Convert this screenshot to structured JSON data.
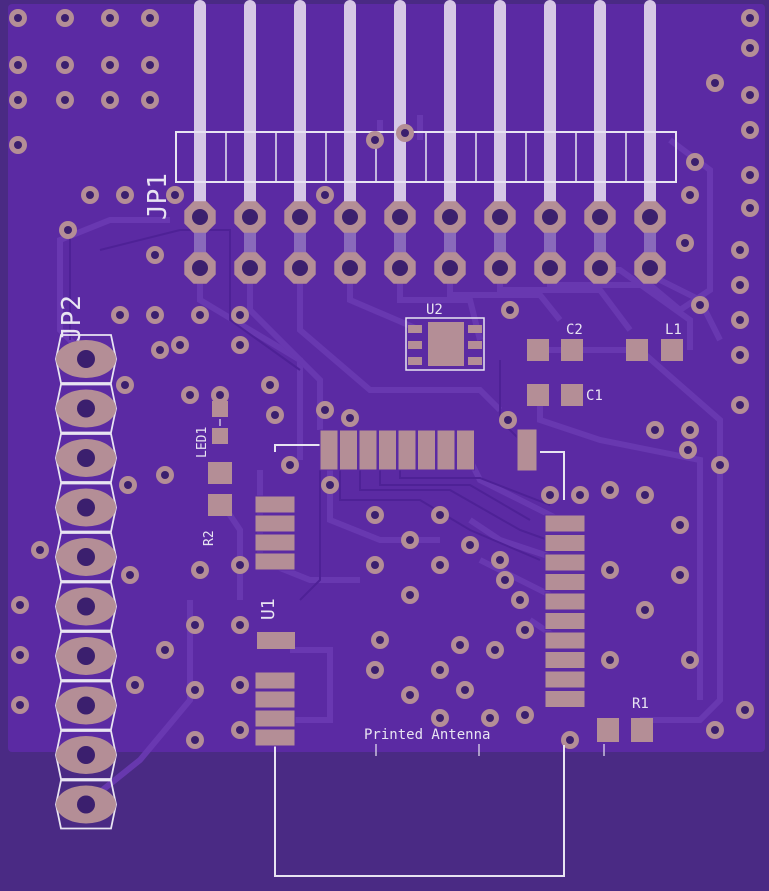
{
  "colors": {
    "board_bottom": "#4a2a84",
    "board_top": "#5b2aa3",
    "copper": "#6a3ab2",
    "trace": "#5221a0",
    "pad": "#b48e96",
    "pad_dark": "#7e5a6e",
    "silk": "#e8e4f2",
    "silk_dim": "#cfc8e3",
    "drill": "#3b1f6e"
  },
  "labels": {
    "jp1": "JP1",
    "jp2": "JP2",
    "u1": "U1",
    "u2": "U2",
    "c1": "C1",
    "c2": "C2",
    "l1": "L1",
    "r1": "R1",
    "r2": "R2",
    "led1": "LED1",
    "antenna": "Printed Antenna"
  }
}
